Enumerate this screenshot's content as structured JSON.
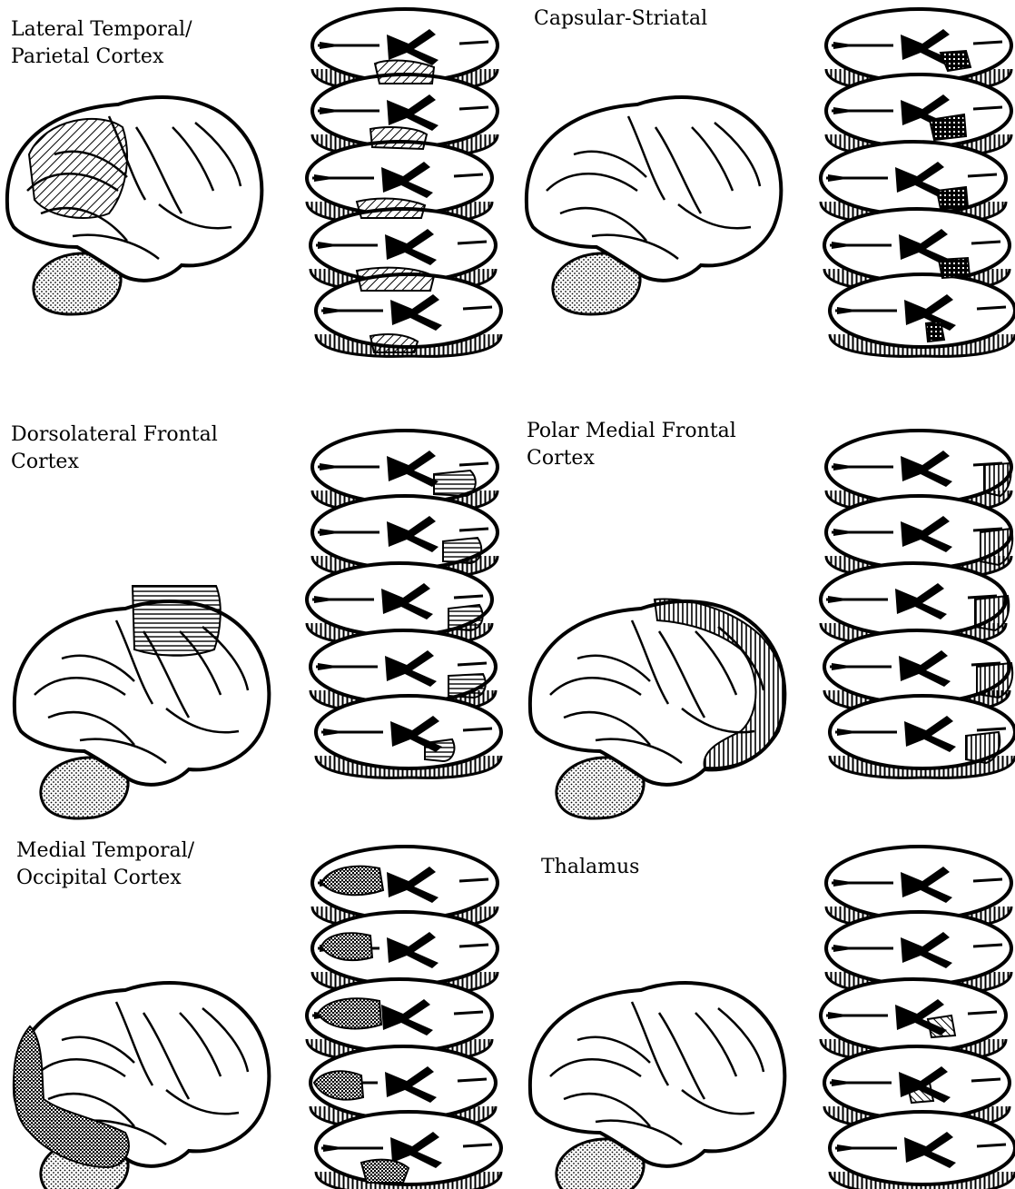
{
  "panels": [
    {
      "id": "lateral-temporal-parietal",
      "label_lines": [
        "Lateral Temporal/",
        "Parietal Cortex"
      ],
      "pattern": "diag-left"
    },
    {
      "id": "capsular-striatal",
      "label_lines": [
        "Capsular-Striatal"
      ],
      "pattern": "cross-dense"
    },
    {
      "id": "dorsolateral-frontal",
      "label_lines": [
        "Dorsolateral Frontal",
        "Cortex"
      ],
      "pattern": "horizontal"
    },
    {
      "id": "polar-medial-frontal",
      "label_lines": [
        "Polar Medial Frontal",
        "Cortex"
      ],
      "pattern": "vertical"
    },
    {
      "id": "medial-temporal-occipital",
      "label_lines": [
        "Medial Temporal/",
        "Occipital Cortex"
      ],
      "pattern": "checker"
    },
    {
      "id": "thalamus",
      "label_lines": [
        "Thalamus"
      ],
      "pattern": "diag-right"
    }
  ],
  "colors": {
    "ink": "#000000",
    "paper": "#ffffff"
  }
}
